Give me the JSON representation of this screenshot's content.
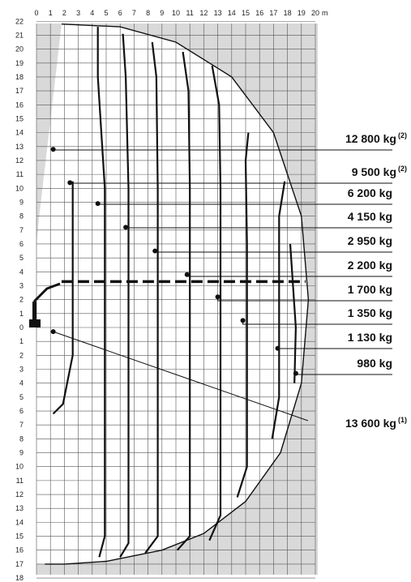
{
  "chart_data": {
    "type": "line",
    "title": "",
    "xlabel": "",
    "ylabel": "",
    "x_unit": "m",
    "xlim": [
      0,
      20
    ],
    "y_up_lim": [
      0,
      22
    ],
    "y_down_lim": [
      0,
      18
    ],
    "grid": true,
    "x_ticks": [
      "0",
      "1",
      "2",
      "3",
      "4",
      "5",
      "6",
      "7",
      "8",
      "9",
      "10",
      "11",
      "12",
      "13",
      "14",
      "15",
      "16",
      "17",
      "18",
      "19",
      "20"
    ],
    "y_ticks_up": [
      "22",
      "21",
      "20",
      "19",
      "18",
      "17",
      "16",
      "15",
      "14",
      "13",
      "12",
      "11",
      "10",
      "9",
      "8",
      "7",
      "6",
      "5",
      "4",
      "3",
      "2",
      "1",
      "0"
    ],
    "y_ticks_down": [
      "1",
      "2",
      "3",
      "4",
      "5",
      "6",
      "7",
      "8",
      "9",
      "10",
      "11",
      "12",
      "13",
      "14",
      "15",
      "16",
      "17",
      "18"
    ],
    "envelope": {
      "x": [
        1.8,
        6,
        10,
        14,
        17,
        19,
        19.5,
        19,
        17.5,
        15,
        12,
        9,
        5,
        2,
        0.6
      ],
      "y": [
        21.8,
        21.6,
        20.5,
        18,
        14,
        8,
        2,
        -4,
        -9,
        -12.5,
        -14.8,
        -16,
        -16.8,
        -17,
        -17
      ]
    },
    "series": [
      {
        "name": "12 800 kg",
        "note": "(2)",
        "marker": [
          1.2,
          12.8
        ]
      },
      {
        "name": "9 500 kg",
        "note": "(2)",
        "marker": [
          2.4,
          10.4
        ],
        "x": [
          2.6,
          2.6,
          1.9,
          1.2
        ],
        "y": [
          10.5,
          -2,
          -5.5,
          -6.2
        ]
      },
      {
        "name": "6 200 kg",
        "note": "",
        "marker": [
          4.4,
          8.9
        ],
        "x": [
          4.4,
          4.4,
          4.9,
          4.9,
          4.5
        ],
        "y": [
          21.6,
          18,
          10,
          -15,
          -16.5
        ]
      },
      {
        "name": "4 150 kg",
        "note": "",
        "marker": [
          6.4,
          7.2
        ],
        "x": [
          6.2,
          6.4,
          6.6,
          6.6,
          6.0
        ],
        "y": [
          21.1,
          18,
          10,
          -15.5,
          -16.5
        ]
      },
      {
        "name": "2 950 kg",
        "note": "",
        "marker": [
          8.5,
          5.5
        ],
        "x": [
          8.3,
          8.6,
          8.7,
          8.7,
          7.8
        ],
        "y": [
          20.5,
          18,
          10,
          -15,
          -16.2
        ]
      },
      {
        "name": "2 200 kg",
        "note": "",
        "marker": [
          10.8,
          3.8
        ],
        "x": [
          10.5,
          10.9,
          11.0,
          11.0,
          10.1
        ],
        "y": [
          19.8,
          17,
          10,
          -15,
          -16
        ]
      },
      {
        "name": "1 700 kg",
        "note": "",
        "marker": [
          13.0,
          2.2
        ],
        "x": [
          12.6,
          13.1,
          13.2,
          13.2,
          12.4
        ],
        "y": [
          18.8,
          16,
          10,
          -13.5,
          -15.3
        ]
      },
      {
        "name": "1 350 kg",
        "note": "",
        "marker": [
          14.8,
          0.5
        ],
        "x": [
          15.2,
          15.0,
          15.1,
          15.1,
          14.4
        ],
        "y": [
          14.0,
          12,
          6,
          -10,
          -12.2
        ]
      },
      {
        "name": "1 130 kg",
        "note": "",
        "marker": [
          17.3,
          -1.5
        ],
        "x": [
          17.8,
          17.4,
          17.4,
          16.9
        ],
        "y": [
          10.5,
          8,
          -5,
          -8
        ]
      },
      {
        "name": "980 kg",
        "note": "",
        "marker": [
          18.6,
          -3.3
        ],
        "x": [
          18.2,
          18.6,
          18.5
        ],
        "y": [
          6,
          0,
          -4
        ]
      },
      {
        "name": "13 600 kg",
        "note": "(1)",
        "marker": [
          1.2,
          -0.3
        ]
      }
    ],
    "boom_level_y": 3.3
  }
}
